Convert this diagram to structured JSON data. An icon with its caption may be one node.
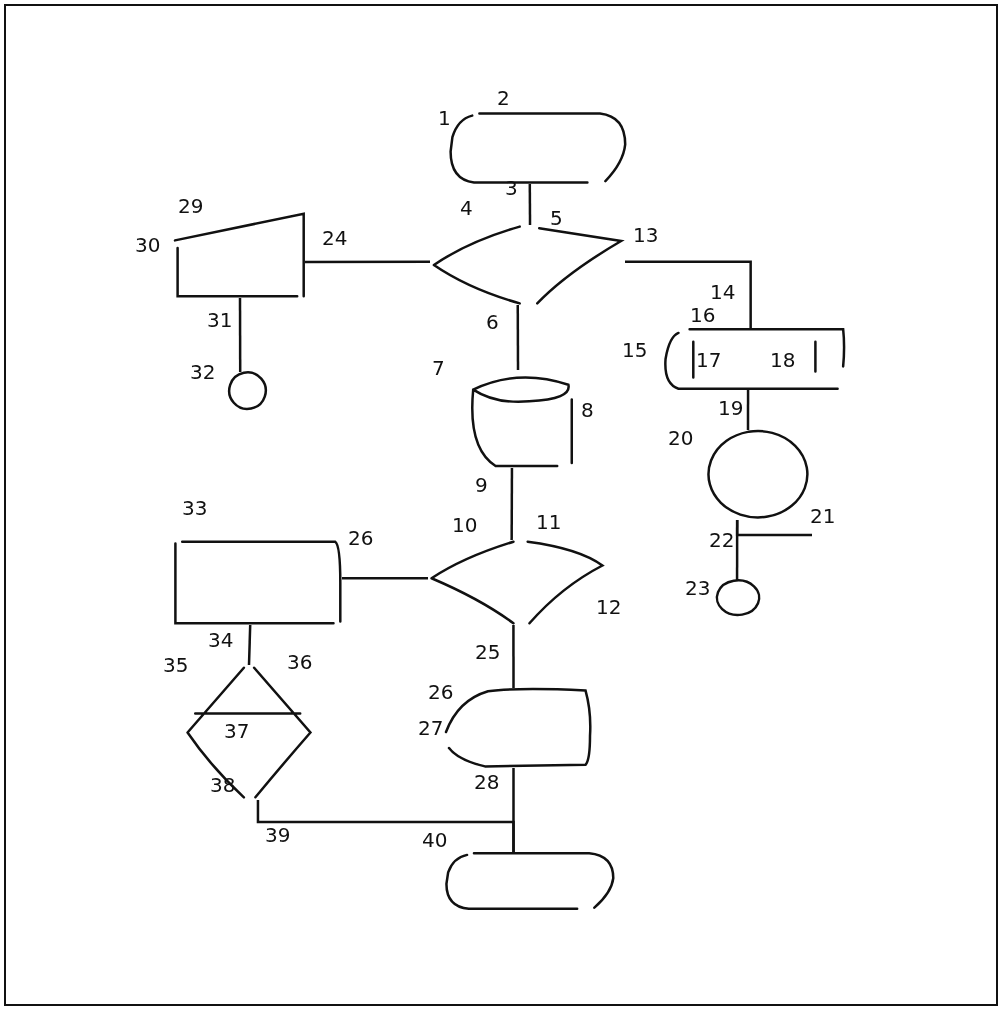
{
  "diagram": {
    "nodes": [
      {
        "text": [],
        "shape": "box"
      },
      {
        "text": [],
        "shape": "box"
      },
      {
        "text": [],
        "shape": "diamond"
      },
      {
        "text": [],
        "shape": "cylinder"
      },
      {
        "text": [],
        "shape": "box"
      },
      {
        "text": [],
        "shape": "circle"
      },
      {
        "text": [],
        "shape": "circle"
      },
      {
        "text": [],
        "shape": "box"
      },
      {
        "text": [],
        "shape": "diamond"
      },
      {
        "text": [],
        "shape": "circle"
      },
      {
        "text": [],
        "shape": "box"
      },
      {
        "text": [],
        "shape": "diamond"
      },
      {
        "text": [],
        "shape": "box"
      }
    ],
    "edges": [
      {
        "from": 0,
        "to": 2,
        "arrow": "none"
      },
      {
        "from": 2,
        "to": 1,
        "arrow": "none"
      },
      {
        "from": 2,
        "to": 4,
        "arrow": "none"
      },
      {
        "from": 1,
        "to": 5,
        "arrow": "none"
      },
      {
        "from": 2,
        "to": 3,
        "arrow": "none"
      },
      {
        "from": 4,
        "to": 6,
        "arrow": "none"
      },
      {
        "from": 6,
        "to": 9,
        "arrow": "none"
      },
      {
        "from": 6,
        "to": null,
        "arrow": "none"
      },
      {
        "from": 3,
        "to": 8,
        "arrow": "none"
      },
      {
        "from": 8,
        "to": 7,
        "arrow": "none"
      },
      {
        "from": 8,
        "to": 10,
        "arrow": "none"
      },
      {
        "from": 7,
        "to": 11,
        "arrow": "none"
      },
      {
        "from": 11,
        "to": 12,
        "arrow": "none"
      },
      {
        "from": 10,
        "to": 12,
        "arrow": "none"
      }
    ],
    "labels": [
      "2",
      "1",
      "3",
      "29",
      "4",
      "5",
      "13",
      "24",
      "30",
      "14",
      "16",
      "31",
      "6",
      "15",
      "17",
      "18",
      "7",
      "32",
      "8",
      "19",
      "20",
      "9",
      "33",
      "11",
      "10",
      "21",
      "26",
      "22",
      "23",
      "12",
      "34",
      "25",
      "36",
      "35",
      "26",
      "37",
      "27",
      "28",
      "38",
      "39",
      "40"
    ]
  }
}
